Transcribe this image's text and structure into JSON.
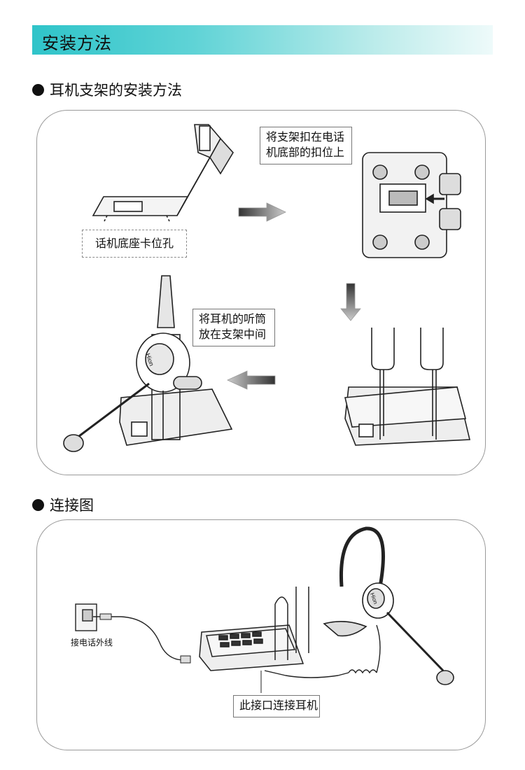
{
  "header": {
    "title": "安装方法"
  },
  "section_bracket": {
    "title": "耳机支架的安装方法",
    "callout_base_holes": "话机底座卡位孔",
    "callout_clip_line1": "将支架扣在电话",
    "callout_clip_line2": "机底部的扣位上",
    "callout_handset_line1": "将耳机的听筒",
    "callout_handset_line2": "放在支架中间"
  },
  "section_connection": {
    "title": "连接图",
    "wall_jack_label": "接电话外线",
    "headset_port_label": "此接口连接耳机"
  },
  "brand": {
    "logo_text": "Hion"
  }
}
